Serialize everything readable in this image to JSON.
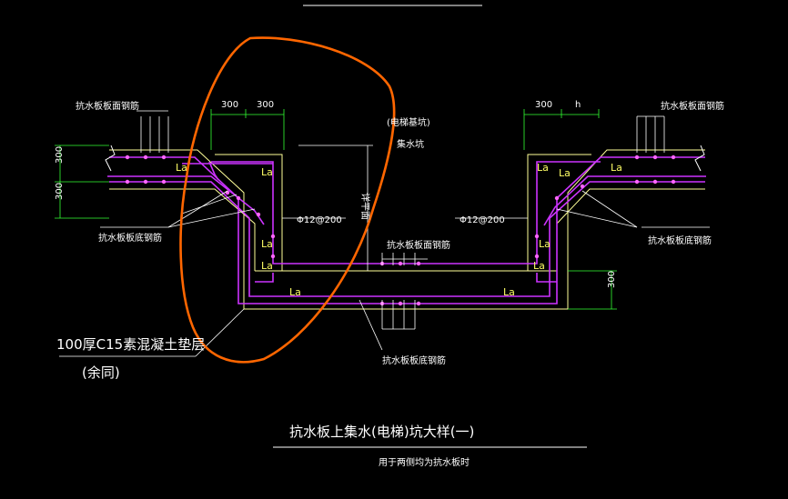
{
  "colors": {
    "background": "#000000",
    "outline": "#ffff99",
    "rebar": "#cc33ff",
    "rebar_light": "#ff66ff",
    "dimension": "#33ff33",
    "leader": "#ffffff",
    "highlight_circle": "#ff6600"
  },
  "labels": {
    "left_top_rebar": "抗水板板面钢筋",
    "left_bottom_rebar": "抗水板板底钢筋",
    "right_top_rebar": "抗水板板面钢筋",
    "right_bottom_rebar": "抗水板板底钢筋",
    "pit_top_rebar": "抗水板板面钢筋",
    "pit_bottom_rebar": "抗水板板底钢筋",
    "pit_note_1": "(电梯基坑)",
    "pit_note_2": "集水坑",
    "depth_note": "详平面",
    "left_spec": "Φ12@200",
    "right_spec": "Φ12@200",
    "cushion": "100厚C15素混凝土垫层",
    "cushion_note": "(余同)",
    "la": "La"
  },
  "dimensions": {
    "left_top_a": "300",
    "left_top_b": "300",
    "left_side_a": "300",
    "left_side_b": "300",
    "right_top_a": "300",
    "right_top_b": "h",
    "right_side": "300"
  },
  "title": {
    "main": "抗水板上集水(电梯)坑大样(一)",
    "sub": "用于两侧均为抗水板时"
  }
}
